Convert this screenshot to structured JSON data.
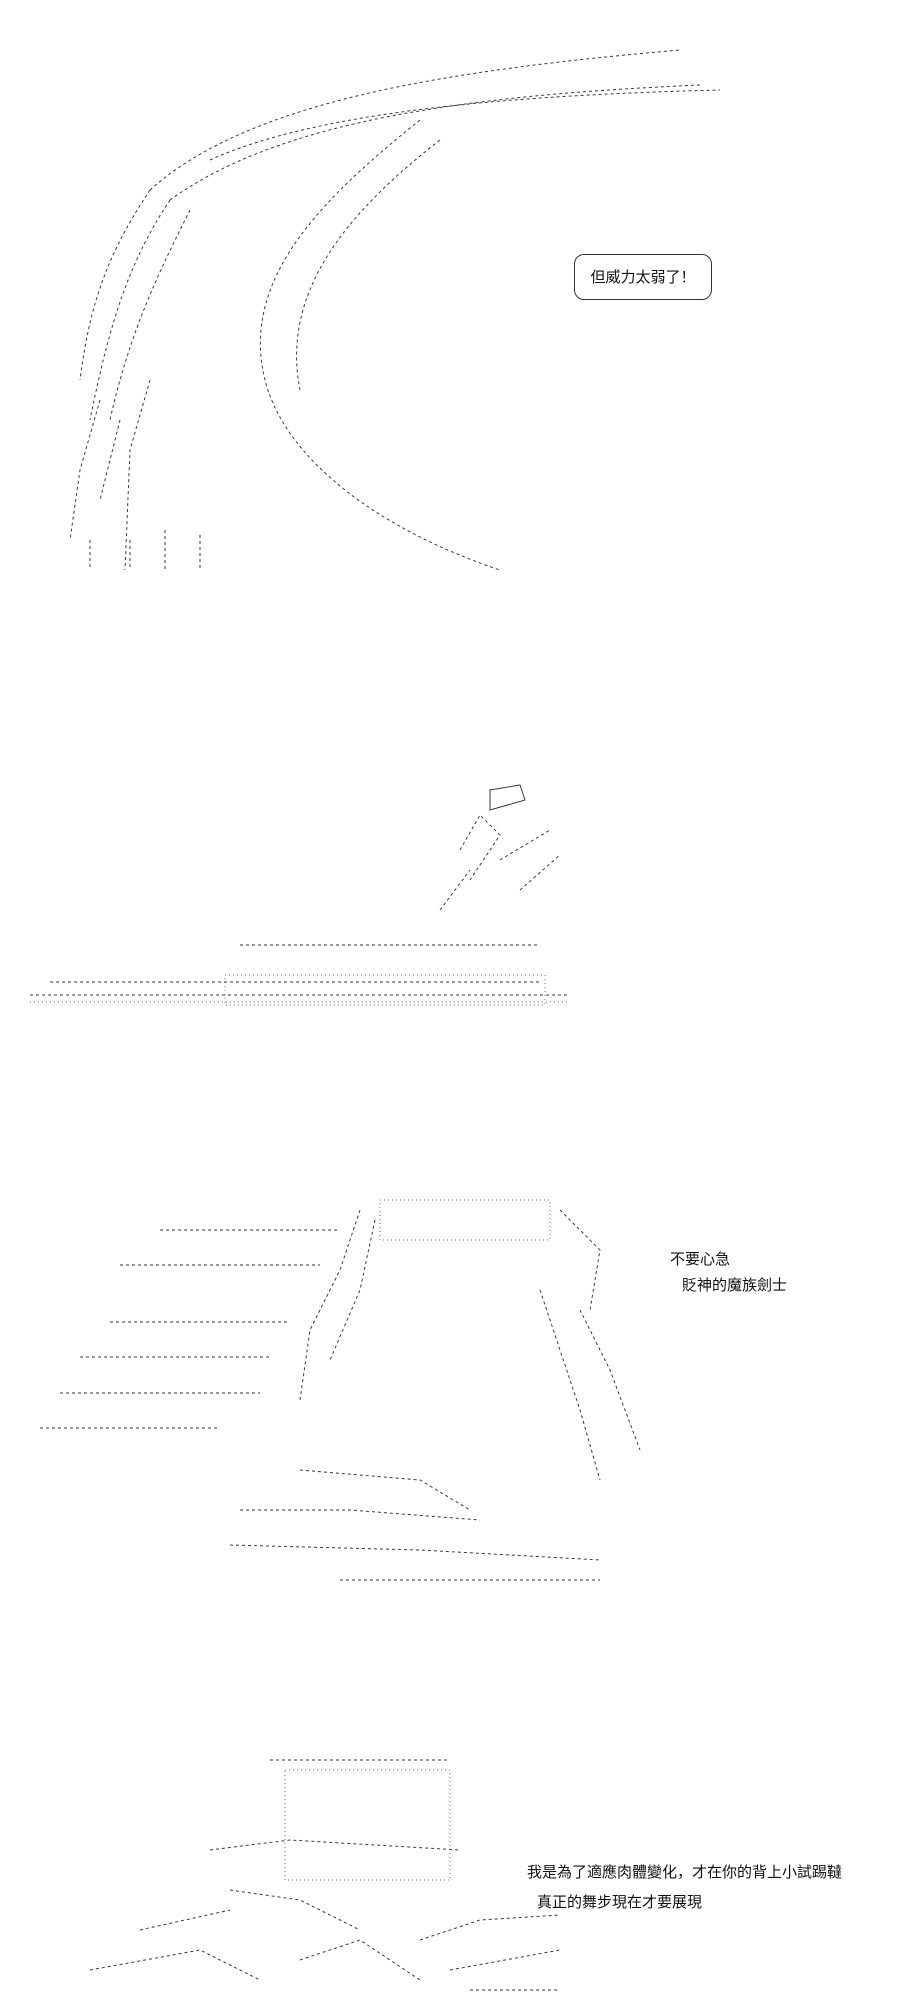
{
  "panels": [
    {
      "speech": [
        "但威力太弱了！"
      ]
    },
    {
      "speech": []
    },
    {
      "speech": [
        "不要心急",
        "貶神的魔族劍士"
      ]
    },
    {
      "speech": [
        "我是為了適應肉體變化，才在你的背上小試踢韃",
        "真正的舞步現在才要展現"
      ]
    }
  ],
  "colors": {
    "background": "#ffffff",
    "ink": "#222222"
  }
}
